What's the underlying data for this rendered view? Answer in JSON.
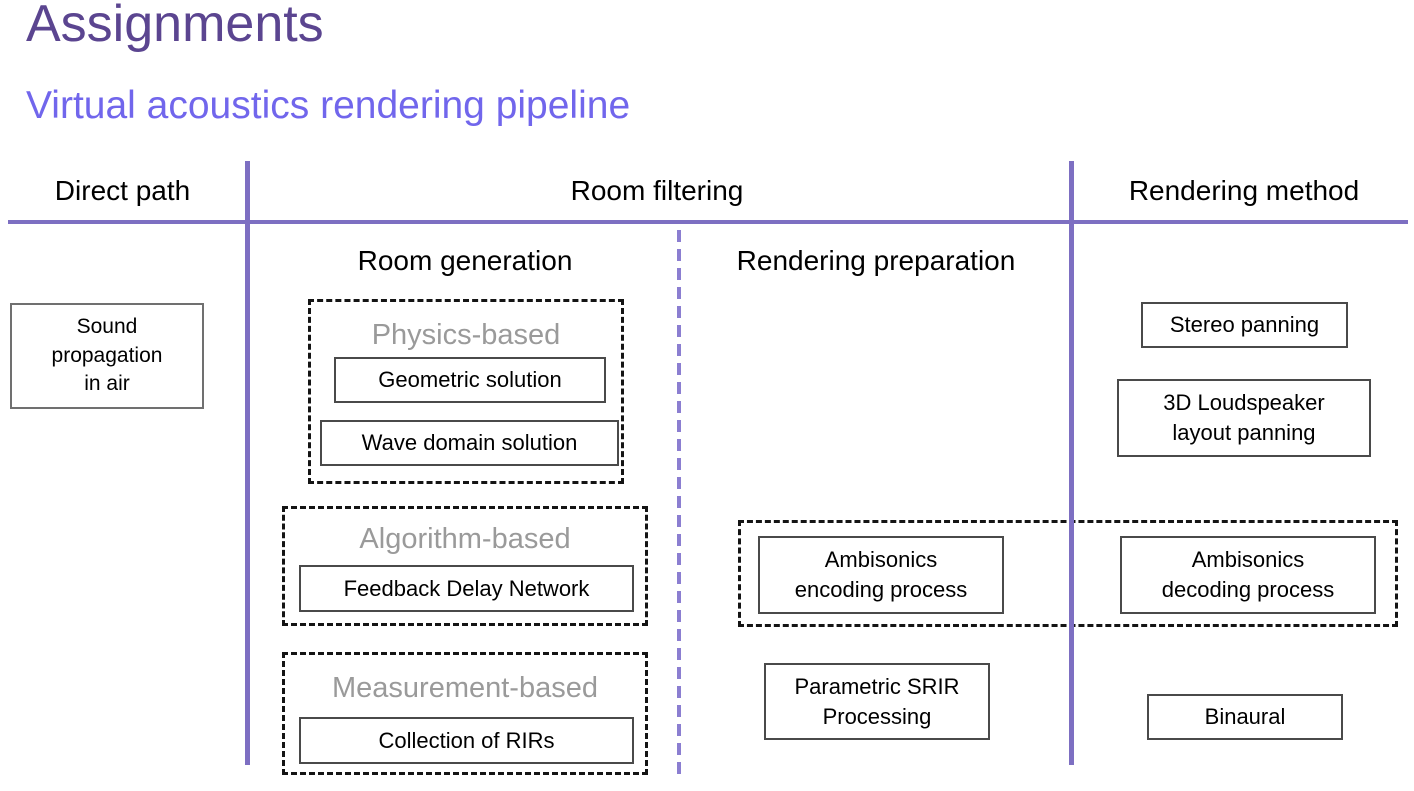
{
  "title": "Assignments",
  "subtitle": "Virtual acoustics rendering pipeline",
  "headers": {
    "direct_path": "Direct path",
    "room_filtering": "Room filtering",
    "rendering_method": "Rendering method",
    "room_generation": "Room generation",
    "rendering_preparation": "Rendering preparation"
  },
  "groups": {
    "physics": {
      "label": "Physics-based",
      "items": [
        "Geometric solution",
        "Wave domain solution"
      ]
    },
    "algorithm": {
      "label": "Algorithm-based",
      "items": [
        "Feedback Delay Network"
      ]
    },
    "measurement": {
      "label": "Measurement-based",
      "items": [
        "Collection of RIRs"
      ]
    }
  },
  "boxes": {
    "sound_propagation": "Sound\npropagation\nin air",
    "stereo_panning": "Stereo panning",
    "loudspeaker_panning": "3D Loudspeaker\nlayout panning",
    "ambisonics_encoding": "Ambisonics\nencoding process",
    "ambisonics_decoding": "Ambisonics\ndecoding process",
    "parametric_srir": "Parametric SRIR\nProcessing",
    "binaural": "Binaural"
  },
  "colors": {
    "title": "#5b4590",
    "subtitle": "#7166ec",
    "divider_solid": "#7d6fc2",
    "divider_dashed": "#8b7ed1",
    "group_label": "#9a9a9a",
    "box_border": "#4a4a4a",
    "dashed_border": "#141414"
  }
}
